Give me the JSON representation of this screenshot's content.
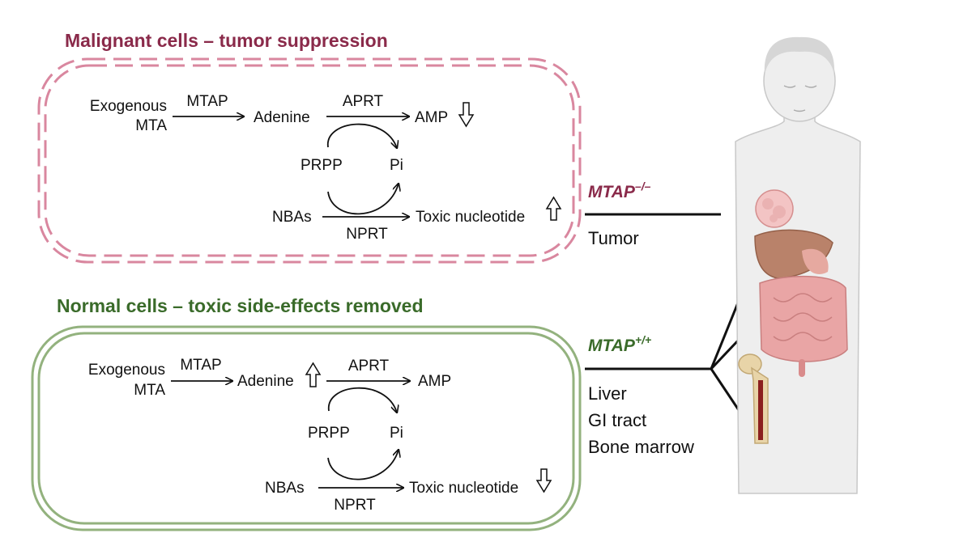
{
  "malignant": {
    "title": "Malignant cells – tumor suppression",
    "exogenous": "Exogenous",
    "mta": "MTA",
    "enzyme_mtap": "MTAP",
    "adenine": "Adenine",
    "enzyme_aprt": "APRT",
    "amp": "AMP",
    "prpp": "PRPP",
    "pi": "Pi",
    "nbas": "NBAs",
    "enzyme_nprt": "NPRT",
    "toxic": "Toxic nucleotide",
    "amp_trend": "down",
    "toxic_trend": "up"
  },
  "normal": {
    "title": "Normal cells – toxic side-effects removed",
    "exogenous": "Exogenous",
    "mta": "MTA",
    "enzyme_mtap": "MTAP",
    "adenine": "Adenine",
    "enzyme_aprt": "APRT",
    "amp": "AMP",
    "prpp": "PRPP",
    "pi": "Pi",
    "nbas": "NBAs",
    "enzyme_nprt": "NPRT",
    "toxic": "Toxic nucleotide",
    "adenine_trend": "up",
    "toxic_trend": "down"
  },
  "tumor_genotype": {
    "gene": "MTAP",
    "superscript": "–/–",
    "color": "#8a2a4a"
  },
  "normal_genotype": {
    "gene": "MTAP",
    "superscript": "+/+",
    "color": "#3a6b2a"
  },
  "tumor_label": "Tumor",
  "tissues": [
    "Liver",
    "GI tract",
    "Bone marrow"
  ],
  "colors": {
    "malignant_border": "#d9879f",
    "normal_border": "#93b27e"
  }
}
